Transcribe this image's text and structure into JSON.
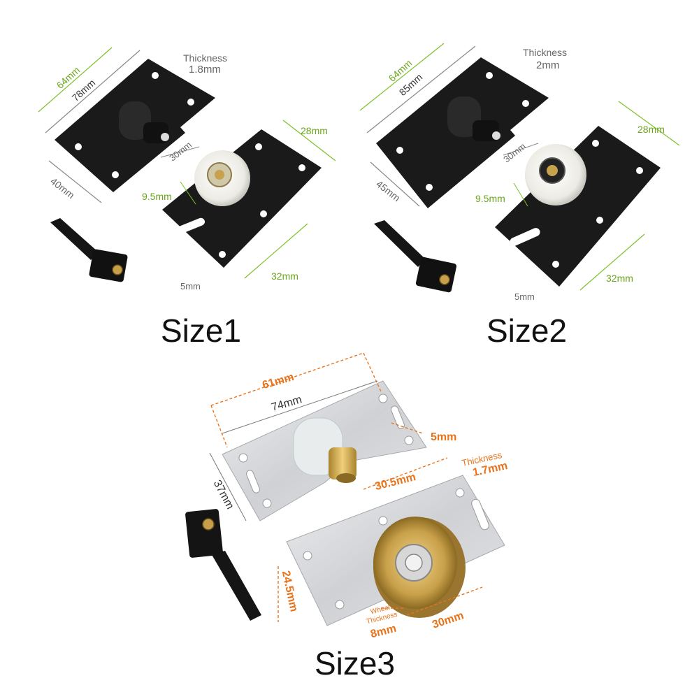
{
  "colors": {
    "green_dim": "#7ec12a",
    "orange_dim": "#e8731a",
    "black_plate": "#1a1a1a",
    "steel_plate": "#d9dadc",
    "wheel_white": "#f2f2ee",
    "wheel_brass": "#c9a04a"
  },
  "size1": {
    "title": "Size1",
    "thickness_label": "Thickness",
    "thickness_value": "1.8mm",
    "dim_64": "64mm",
    "dim_78": "78mm",
    "dim_40": "40mm",
    "dim_30": "30mm",
    "dim_9_5": "9.5mm",
    "dim_28": "28mm",
    "dim_32": "32mm",
    "dim_5": "5mm"
  },
  "size2": {
    "title": "Size2",
    "thickness_label": "Thickness",
    "thickness_value": "2mm",
    "dim_64": "64mm",
    "dim_85": "85mm",
    "dim_45": "45mm",
    "dim_30": "30mm",
    "dim_9_5": "9.5mm",
    "dim_28": "28mm",
    "dim_32": "32mm",
    "dim_5": "5mm"
  },
  "size3": {
    "title": "Size3",
    "dim_61": "61mm",
    "dim_74": "74mm",
    "dim_37": "37mm",
    "dim_5": "5mm",
    "thickness_label": "Thickness",
    "thickness_value": "1.7mm",
    "dim_30_5": "30.5mm",
    "dim_24_5": "24.5mm",
    "wheel_label_1": "Wheel",
    "wheel_label_2": "Thickness",
    "dim_8": "8mm",
    "dim_30": "30mm"
  }
}
